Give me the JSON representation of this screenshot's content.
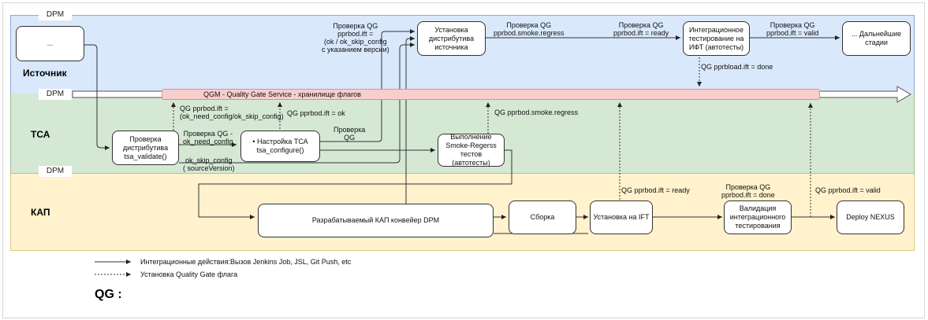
{
  "lanes": {
    "source": {
      "title": "Источник",
      "tag": "DPM"
    },
    "tca": {
      "title": "ТСА",
      "tag": "DPM"
    },
    "kap": {
      "title": "КАП",
      "tag": "DPM"
    }
  },
  "qgm_bar": "QGM - Quality Gate Service - хранилище флагов",
  "nodes": {
    "source_start": "...",
    "install_distrib": "Установка дистрибутива источника",
    "ift_testing": "Интеграционное тестирование на ИФТ (автотесты)",
    "next_stages": "... Дальнейшие стадии",
    "check_distrib": "Проверка дистрибутива tsa_validate()",
    "tca_config": "• Настройка ТСА tsa_configure()",
    "smoke_regress": "Выполнение Smoke-Regerss тестов (автотесты)",
    "kap_pipeline": "Разрабатываемый КАП конвейер DPM",
    "build": "Сборка",
    "install_ift": "Установка на IFT",
    "validate_integration": "Валидация интеграционного тестирования",
    "deploy_nexus": "Deploy NEXUS"
  },
  "labels": {
    "qg_ift_ok_skip": [
      "Проверка QG",
      "pprbod.ift =",
      "(ok / ok_skip_config",
      "с указанием версии)"
    ],
    "qg_smoke_regress_check": [
      "Проверка QG",
      "pprbod.smoke.regress"
    ],
    "qg_ift_ready_check": [
      "Проверка QG",
      "pprbod.ift = ready"
    ],
    "qg_ift_valid_check": [
      "Проверка QG",
      "pprbod.ift = valid"
    ],
    "qg_pprbload_done": "QG pprbload.ift = done",
    "qg_need_skip_config": [
      "QG  pprbod.ift =",
      "(ok_need_config/ok_skip_config)"
    ],
    "qg_ift_ok": "QG pprbod.ift = ok",
    "qg_check_need_config": [
      "Проверка QG -",
      "ok_need_config"
    ],
    "qg_check": [
      "Проверка",
      "QG"
    ],
    "skip_config": [
      "ok_skip_config",
      "( sourceVersion)"
    ],
    "qg_smoke_regress_set": "QG pprbod.smoke.regress",
    "qg_ift_ready_set": "QG pprbod.ift = ready",
    "qg_ift_done_check": [
      "Проверка QG",
      "pprbod.ift = done"
    ],
    "qg_ift_valid_set": "QG pprbod.ift = valid"
  },
  "legend": {
    "solid": "Интеграционные действия:Вызов Jenkins Job, JSL, Git Push, etc",
    "dashed": "Установка Quality Gate флага"
  },
  "qg_heading": "QG :"
}
